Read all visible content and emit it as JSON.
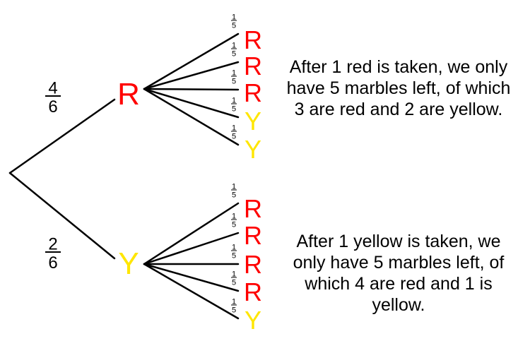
{
  "colors": {
    "red": "#ff0000",
    "yellow": "#ffe600",
    "line": "#000000"
  },
  "first": [
    {
      "letter": "R",
      "color": "red",
      "num": "4",
      "den": "6"
    },
    {
      "letter": "Y",
      "color": "yellow",
      "num": "2",
      "den": "6"
    }
  ],
  "second": {
    "red": [
      {
        "letter": "R",
        "color": "red",
        "num": "1",
        "den": "5"
      },
      {
        "letter": "R",
        "color": "red",
        "num": "1",
        "den": "5"
      },
      {
        "letter": "R",
        "color": "red",
        "num": "1",
        "den": "5"
      },
      {
        "letter": "Y",
        "color": "yellow",
        "num": "1",
        "den": "5"
      },
      {
        "letter": "Y",
        "color": "yellow",
        "num": "1",
        "den": "5"
      }
    ],
    "yellow": [
      {
        "letter": "R",
        "color": "red",
        "num": "1",
        "den": "5"
      },
      {
        "letter": "R",
        "color": "red",
        "num": "1",
        "den": "5"
      },
      {
        "letter": "R",
        "color": "red",
        "num": "1",
        "den": "5"
      },
      {
        "letter": "R",
        "color": "red",
        "num": "1",
        "den": "5"
      },
      {
        "letter": "Y",
        "color": "yellow",
        "num": "1",
        "den": "5"
      }
    ]
  },
  "notes": {
    "red": "After 1 red is taken, we only have 5 marbles left, of which 3 are red and 2 are yellow.",
    "yellow": "After 1 yellow is taken, we only have 5 marbles left, of which 4 are red and 1 is yellow."
  }
}
